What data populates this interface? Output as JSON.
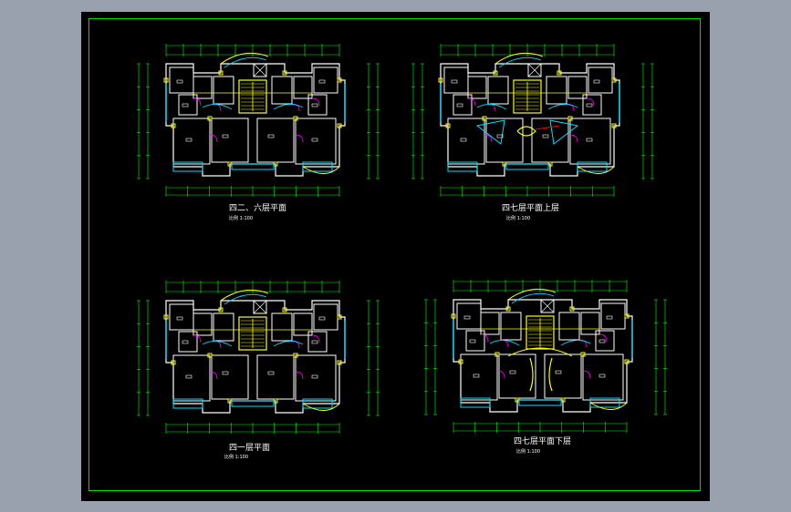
{
  "plans": [
    {
      "id": "plan-top-left",
      "title": "四二、六层平面",
      "scale": "比例 1:100",
      "variant": "typical"
    },
    {
      "id": "plan-top-right",
      "title": "四七层平面上层",
      "scale": "比例 1:100",
      "variant": "upper"
    },
    {
      "id": "plan-bottom-left",
      "title": "四一层平面",
      "scale": "比例 1:100",
      "variant": "typical"
    },
    {
      "id": "plan-bottom-right",
      "title": "四七层平面下层",
      "scale": "比例 1:100",
      "variant": "lower"
    }
  ],
  "colors": {
    "background": "#000000",
    "frame": "#00e000",
    "walls": "#ffffff",
    "accent": "#ffff00",
    "window": "#00e0ff",
    "door": "#ff00ff",
    "dimension": "#00ff00",
    "text": "#ffffff"
  }
}
